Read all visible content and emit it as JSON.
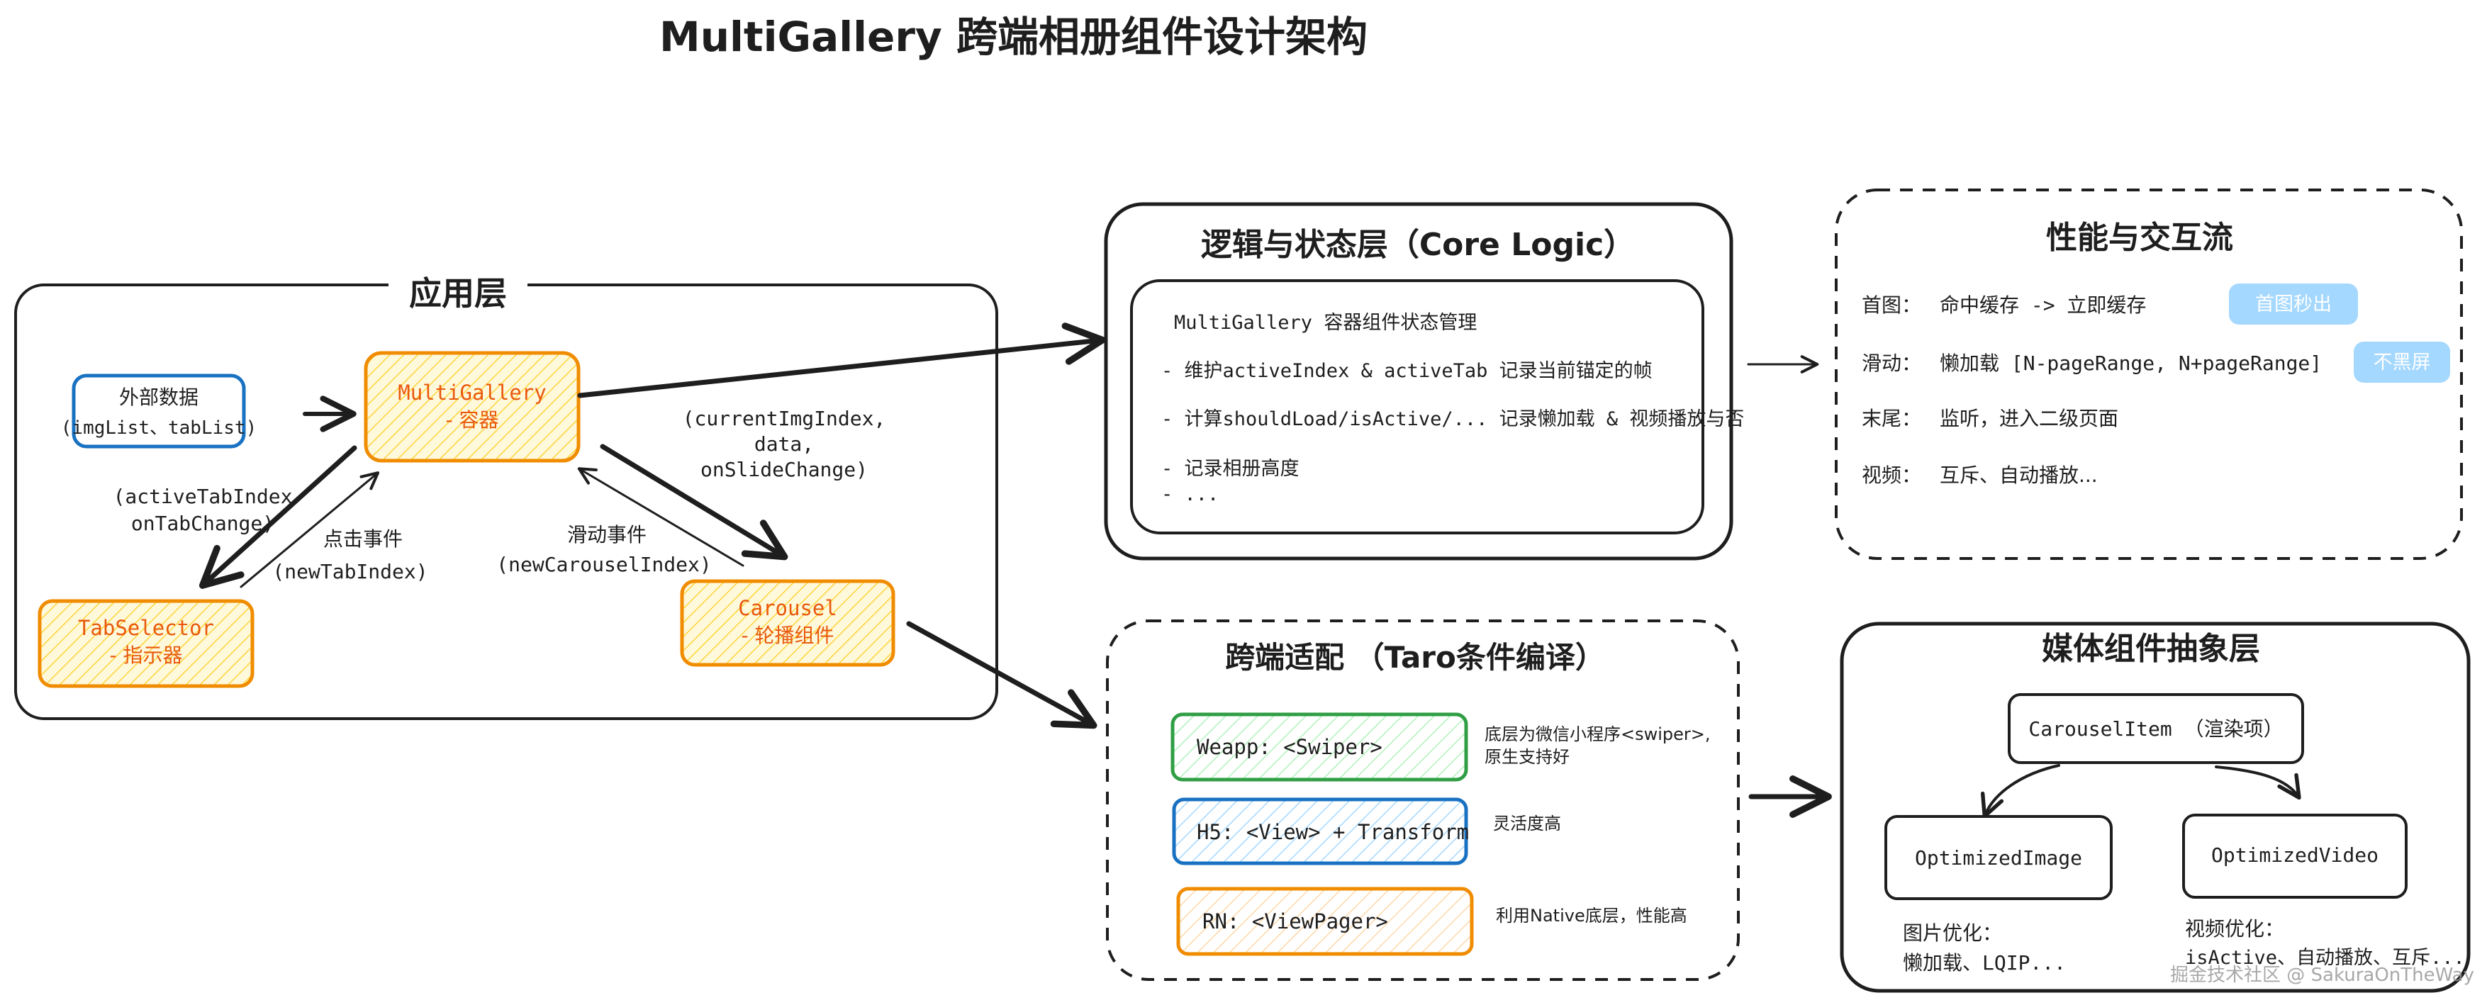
{
  "title": "MultiGallery 跨端相册组件设计架构",
  "app_layer": {
    "title": "应用层",
    "external_data": {
      "line1": "外部数据",
      "line2": "(imgList、tabList)"
    },
    "multigallery": {
      "line1": "MultiGallery",
      "line2": "- 容器"
    },
    "tabselector": {
      "line1": "TabSelector",
      "line2": "- 指示器"
    },
    "carousel": {
      "line1": "Carousel",
      "line2": "- 轮播组件"
    },
    "label_active_tab": {
      "line1": "(activeTabIndex",
      "line2": "onTabChange)"
    },
    "label_click": {
      "line1": "点击事件",
      "line2": "(newTabIndex)"
    },
    "label_slide": {
      "line1": "滑动事件",
      "line2": "(newCarouselIndex)"
    },
    "label_current": {
      "line1": "(currentImgIndex,",
      "line2": "data,",
      "line3": "onSlideChange)"
    }
  },
  "logic_layer": {
    "title": "逻辑与状态层（Core Logic）",
    "inner_title": "MultiGallery 容器组件状态管理",
    "items": [
      "- 维护activeIndex & activeTab 记录当前锚定的帧",
      "- 计算shouldLoad/isActive/... 记录懒加载 & 视频播放与否",
      "- 记录相册高度",
      "- ..."
    ]
  },
  "perf_flow": {
    "title": "性能与交互流",
    "rows": [
      {
        "label": "首图：",
        "text": "命中缓存 -> 立即缓存",
        "badge": "首图秒出"
      },
      {
        "label": "滑动：",
        "text": "懒加载 [N-pageRange, N+pageRange]",
        "badge": "不黑屏"
      },
      {
        "label": "末尾：",
        "text": "监听，进入二级页面",
        "badge": ""
      },
      {
        "label": "视频：",
        "text": "互斥、自动播放...",
        "badge": ""
      }
    ]
  },
  "cross_platform": {
    "title": "跨端适配 （Taro条件编译）",
    "items": [
      {
        "label": "Weapp: <Swiper>",
        "note1": "底层为微信小程序<swiper>,",
        "note2": "原生支持好"
      },
      {
        "label": "H5: <View> + Transform",
        "note1": "灵活度高",
        "note2": ""
      },
      {
        "label": "RN: <ViewPager>",
        "note1": "利用Native底层，性能高",
        "note2": ""
      }
    ]
  },
  "media_layer": {
    "title": "媒体组件抽象层",
    "carousel_item": "CarouselItem （渲染项）",
    "optimized_image": "OptimizedImage",
    "optimized_video": "OptimizedVideo",
    "image_opt": {
      "line1": "图片优化：",
      "line2": "懒加载、LQIP..."
    },
    "video_opt": {
      "line1": "视频优化：",
      "line2": "isActive、自动播放、互斥..."
    }
  },
  "watermark": "掘金技术社区 @ SakuraOnTheWay",
  "colors": {
    "stroke": "#1e1e1e",
    "blue": "#1971c2",
    "orange": "#f08c00",
    "orange_text": "#e8590c",
    "orange_fill": "#ffec99",
    "green": "#2f9e44",
    "green_fill": "#b2f2bb",
    "blue_fill": "#a5d8ff",
    "badge": "#a5d8ff"
  }
}
